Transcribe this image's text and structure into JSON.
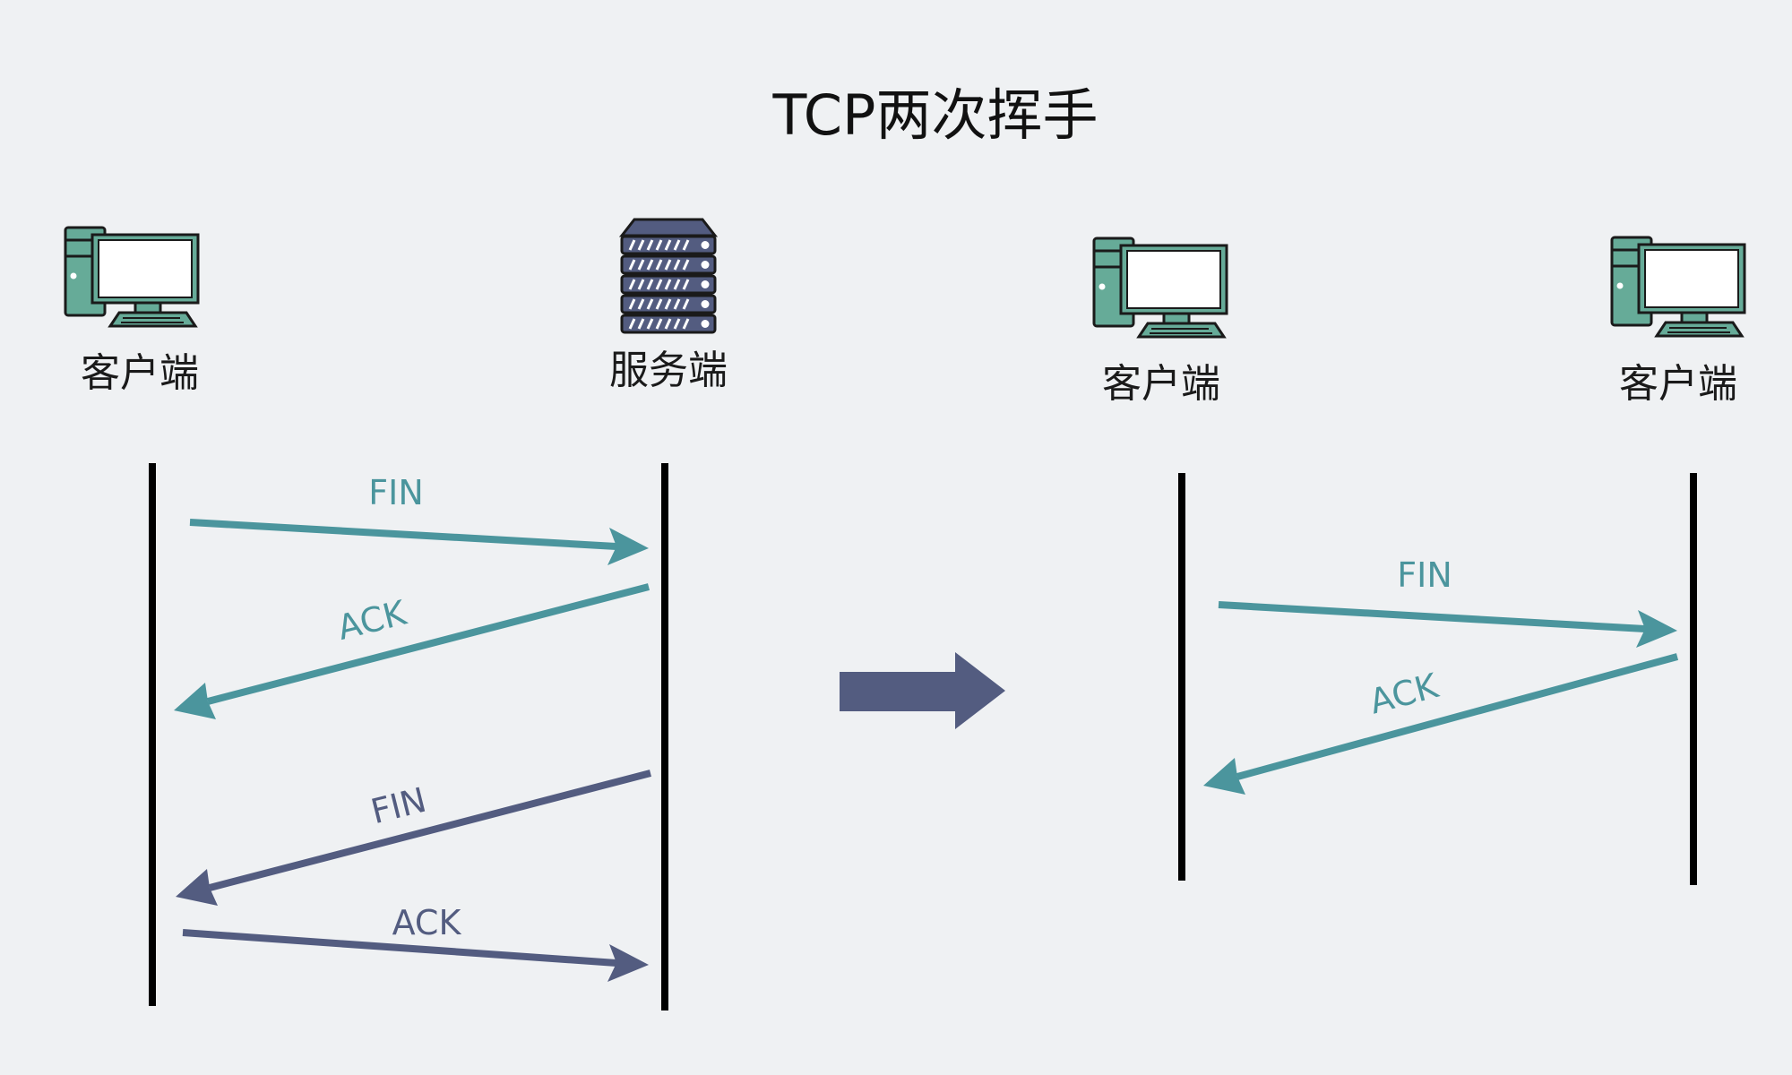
{
  "title": "TCP两次挥手",
  "colors": {
    "background": "#eff1f3",
    "teal": "#4b959d",
    "slate": "#535c80",
    "lifeline": "#000000",
    "terminal_fill": "#66ab98"
  },
  "left_diagram": {
    "client": {
      "label": "客户端",
      "icon": "desktop-computer-icon"
    },
    "server": {
      "label": "服务端",
      "icon": "server-rack-icon"
    },
    "messages": [
      {
        "label": "FIN",
        "direction": "client-to-server",
        "color": "teal"
      },
      {
        "label": "ACK",
        "direction": "server-to-client",
        "color": "teal"
      },
      {
        "label": "FIN",
        "direction": "server-to-client",
        "color": "slate"
      },
      {
        "label": "ACK",
        "direction": "client-to-server",
        "color": "slate"
      }
    ]
  },
  "transition_arrow": {
    "icon": "right-arrow-icon"
  },
  "right_diagram": {
    "client_a": {
      "label": "客户端",
      "icon": "desktop-computer-icon"
    },
    "client_b": {
      "label": "客户端",
      "icon": "desktop-computer-icon"
    },
    "messages": [
      {
        "label": "FIN",
        "direction": "a-to-b",
        "color": "teal"
      },
      {
        "label": "ACK",
        "direction": "b-to-a",
        "color": "teal"
      }
    ]
  }
}
